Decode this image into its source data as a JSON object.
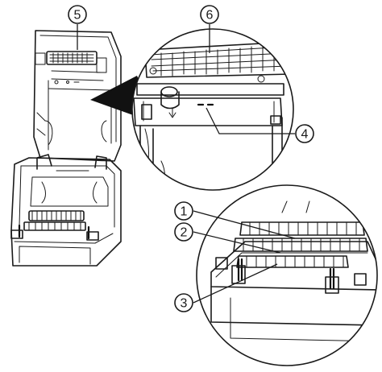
{
  "callouts": [
    {
      "id": "c1",
      "label": "1"
    },
    {
      "id": "c2",
      "label": "2"
    },
    {
      "id": "c3",
      "label": "3"
    },
    {
      "id": "c4",
      "label": "4"
    },
    {
      "id": "c5",
      "label": "5"
    },
    {
      "id": "c6",
      "label": "6"
    }
  ],
  "colors": {
    "line": "#1a1a1a",
    "pointer": "#111111",
    "background": "#ffffff"
  }
}
